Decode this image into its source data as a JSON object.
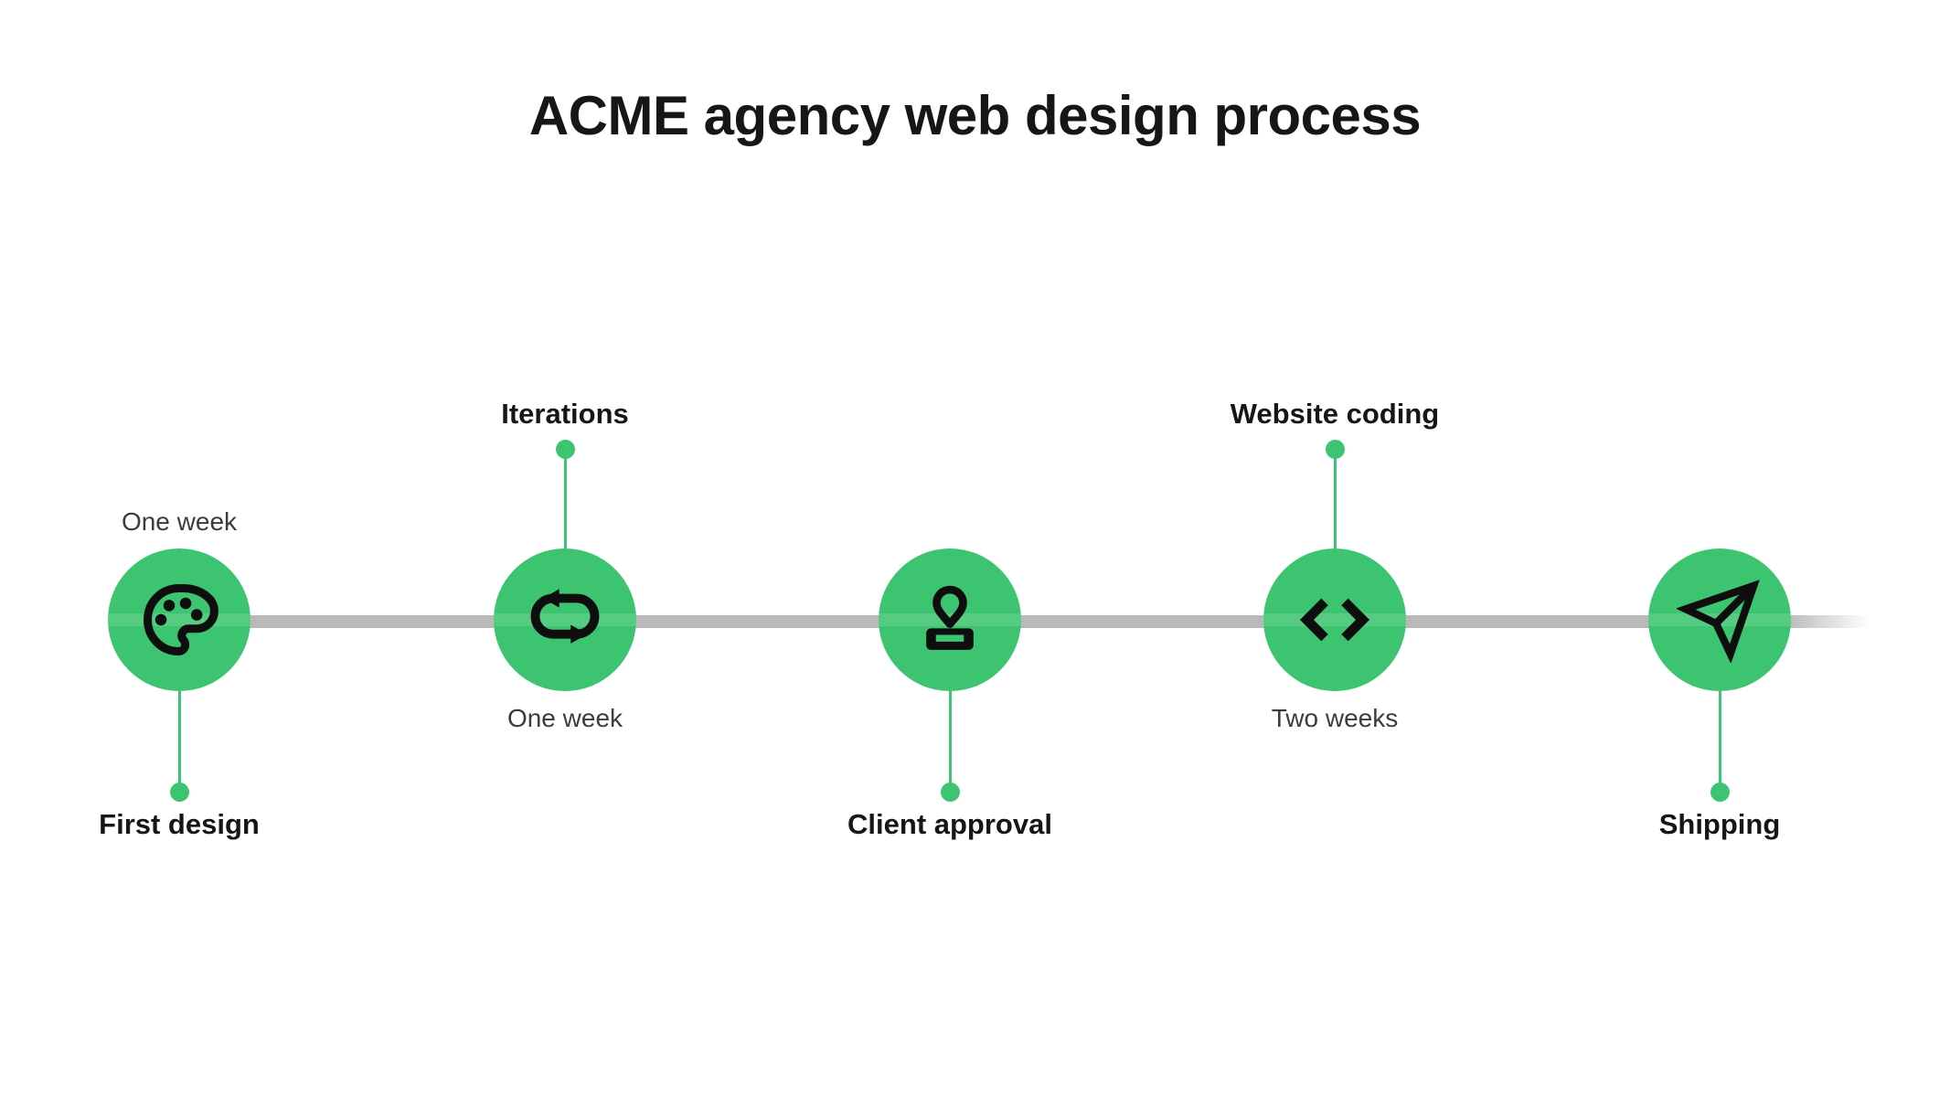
{
  "title": "ACME agency web design process",
  "colors": {
    "accent_green": "#3dc470",
    "bar_gray": "#b9b9b9",
    "label_black": "#161616",
    "duration_gray": "#3c3c3c",
    "icon_black": "#0e0e0e"
  },
  "timeline": {
    "bar": "timeline-bar",
    "milestones": [
      {
        "title": "First design",
        "duration": "One week",
        "icon": "palette-icon",
        "label_position": "below",
        "duration_position": "above"
      },
      {
        "title": "Iterations",
        "duration": "One week",
        "icon": "loop-icon",
        "label_position": "above",
        "duration_position": "below"
      },
      {
        "title": "Client approval",
        "duration": "",
        "icon": "stamp-icon",
        "label_position": "below",
        "duration_position": "none"
      },
      {
        "title": "Website coding",
        "duration": "Two weeks",
        "icon": "code-icon",
        "label_position": "above",
        "duration_position": "below"
      },
      {
        "title": "Shipping",
        "duration": "",
        "icon": "paper-plane-icon",
        "label_position": "below",
        "duration_position": "none"
      }
    ]
  }
}
